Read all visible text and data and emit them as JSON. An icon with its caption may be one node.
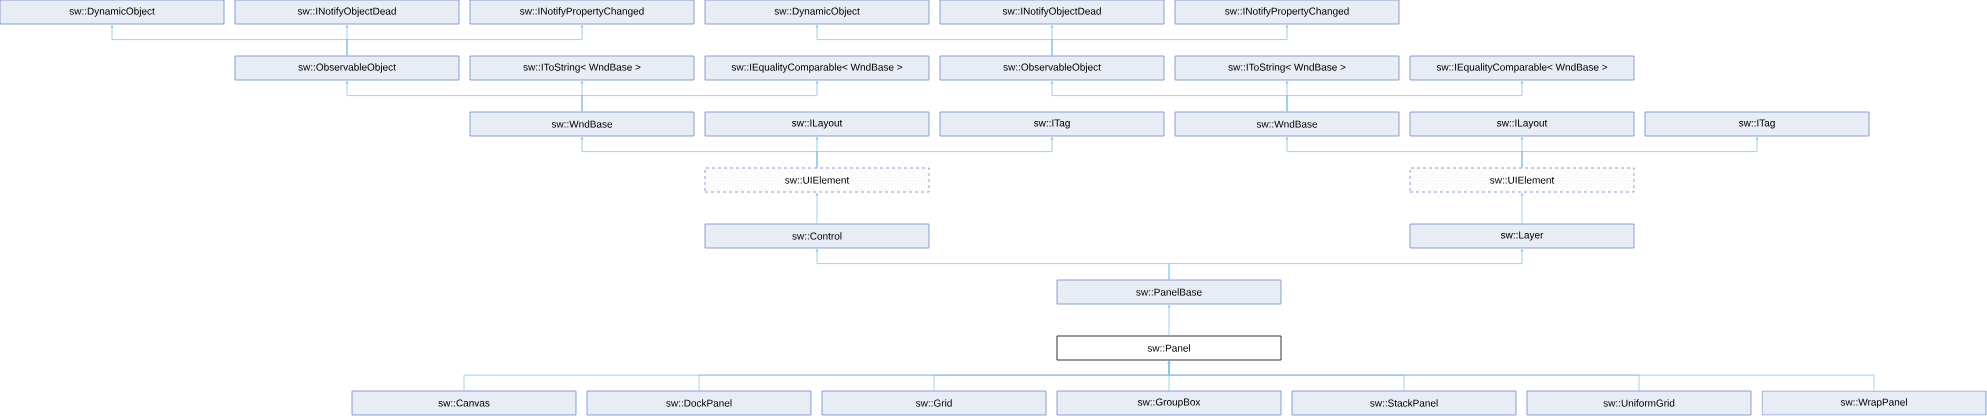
{
  "diagram": {
    "nodes": [
      {
        "text": [
          "sw::DynamicObject"
        ]
      },
      {
        "text": [
          "sw::INotifyObjectDead"
        ]
      },
      {
        "text": [
          "sw::INotifyPropertyChanged"
        ]
      },
      {
        "text": [
          "sw::DynamicObject"
        ]
      },
      {
        "text": [
          "sw::INotifyObjectDead"
        ]
      },
      {
        "text": [
          "sw::INotifyPropertyChanged"
        ]
      },
      {
        "text": [
          "sw::ObservableObject"
        ]
      },
      {
        "text": [
          "sw::IToString< WndBase >"
        ]
      },
      {
        "text": [
          "sw::IEqualityComparable< WndBase >"
        ]
      },
      {
        "text": [
          "sw::ObservableObject"
        ]
      },
      {
        "text": [
          "sw::IToString< WndBase >"
        ]
      },
      {
        "text": [
          "sw::IEqualityComparable< WndBase >"
        ]
      },
      {
        "text": [
          "sw::WndBase"
        ]
      },
      {
        "text": [
          "sw::ILayout"
        ]
      },
      {
        "text": [
          "sw::ITag"
        ]
      },
      {
        "text": [
          "sw::WndBase"
        ]
      },
      {
        "text": [
          "sw::ILayout"
        ]
      },
      {
        "text": [
          "sw::ITag"
        ]
      },
      {
        "text": [
          "sw::UIElement"
        ]
      },
      {
        "text": [
          "sw::UIElement"
        ]
      },
      {
        "text": [
          "sw::Control"
        ]
      },
      {
        "text": [
          "sw::Layer"
        ]
      },
      {
        "text": [
          "sw::PanelBase"
        ]
      },
      {
        "text": [
          "sw::Panel"
        ]
      },
      {
        "text": [
          "sw::Canvas"
        ]
      },
      {
        "text": [
          "sw::DockPanel"
        ]
      },
      {
        "text": [
          "sw::Grid"
        ]
      },
      {
        "text": [
          "sw::GroupBox"
        ]
      },
      {
        "text": [
          "sw::StackPanel"
        ]
      },
      {
        "text": [
          "sw::UniformGrid"
        ]
      },
      {
        "text": [
          "sw::WrapPanel"
        ]
      }
    ],
    "edges": [
      {
        "from": 6,
        "to": 0,
        "arrow": "to"
      },
      {
        "from": 6,
        "to": 1,
        "arrow": "to"
      },
      {
        "from": 6,
        "to": 2,
        "arrow": "to"
      },
      {
        "from": 9,
        "to": 3,
        "arrow": "to"
      },
      {
        "from": 9,
        "to": 4,
        "arrow": "to"
      },
      {
        "from": 9,
        "to": 5,
        "arrow": "to"
      },
      {
        "from": 12,
        "to": 6,
        "arrow": "to"
      },
      {
        "from": 12,
        "to": 7,
        "arrow": "to"
      },
      {
        "from": 12,
        "to": 8,
        "arrow": "to"
      },
      {
        "from": 15,
        "to": 9,
        "arrow": "to"
      },
      {
        "from": 15,
        "to": 10,
        "arrow": "to"
      },
      {
        "from": 15,
        "to": 11,
        "arrow": "to"
      },
      {
        "from": 18,
        "to": 12,
        "arrow": "to"
      },
      {
        "from": 18,
        "to": 13,
        "arrow": "to"
      },
      {
        "from": 18,
        "to": 14,
        "arrow": "to"
      },
      {
        "from": 19,
        "to": 15,
        "arrow": "to"
      },
      {
        "from": 19,
        "to": 16,
        "arrow": "to"
      },
      {
        "from": 19,
        "to": 17,
        "arrow": "to"
      },
      {
        "from": 20,
        "to": 18,
        "arrow": "to"
      },
      {
        "from": 21,
        "to": 19,
        "arrow": "to"
      },
      {
        "from": 22,
        "to": 20,
        "arrow": "to"
      },
      {
        "from": 22,
        "to": 21,
        "arrow": "to"
      },
      {
        "from": 23,
        "to": 22,
        "arrow": "to"
      },
      {
        "from": 24,
        "to": 23,
        "arrow": "to"
      },
      {
        "from": 25,
        "to": 23,
        "arrow": "to"
      },
      {
        "from": 26,
        "to": 23,
        "arrow": "to"
      },
      {
        "from": 27,
        "to": 23,
        "arrow": "to"
      },
      {
        "from": 28,
        "to": 23,
        "arrow": "to"
      },
      {
        "from": 29,
        "to": 23,
        "arrow": "to"
      },
      {
        "from": 30,
        "to": 23,
        "arrow": "to"
      }
    ]
  }
}
